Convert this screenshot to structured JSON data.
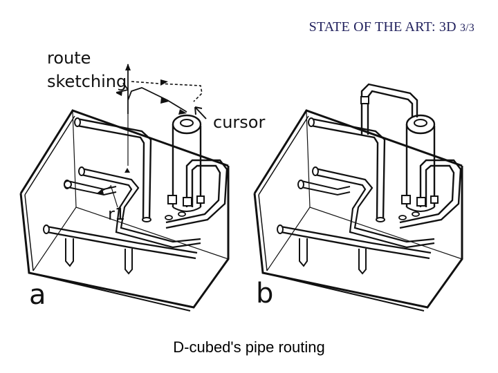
{
  "title": {
    "main": "STATE OF THE ART: 3D",
    "page": "3/3"
  },
  "figure": {
    "labels": {
      "route_sketching_line1": "route",
      "route_sketching_line2": "sketching",
      "cursor": "cursor",
      "r1": "r1",
      "panel_a": "a",
      "panel_b": "b"
    }
  },
  "caption": "D-cubed's pipe routing",
  "colors": {
    "title": "#1f1f5c",
    "drawing": "#111111",
    "background": "#ffffff"
  }
}
